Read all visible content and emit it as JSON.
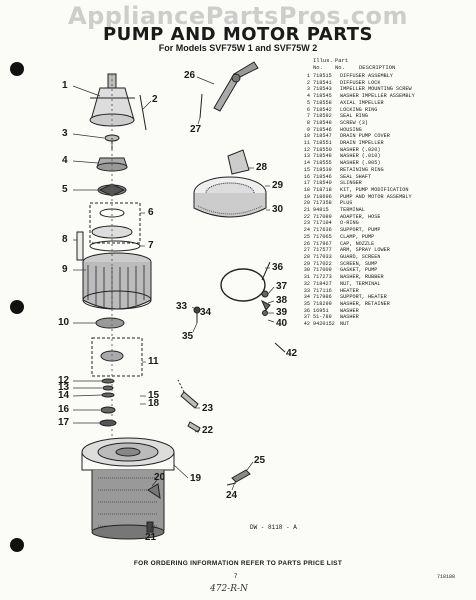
{
  "watermark": "AppliancePartsPros.com",
  "title": "PUMP AND MOTOR PARTS",
  "subtitle": "For Models SVF75W 1 and SVF75W 2",
  "parts_header": {
    "illus": "Illus.",
    "part": "Part",
    "no1": "No.",
    "no2": "No.",
    "description": "DESCRIPTION"
  },
  "parts": [
    {
      "no": "1",
      "part": "718515",
      "desc": "DIFFUSER ASSEMBLY"
    },
    {
      "no": "2",
      "part": "718541",
      "desc": "DIFFUSER LOCK"
    },
    {
      "no": "3",
      "part": "718543",
      "desc": "IMPELLER MOUNTING SCREW"
    },
    {
      "no": "4",
      "part": "718545",
      "desc": "WASHER IMPELLER ASSEMBLY"
    },
    {
      "no": "5",
      "part": "718558",
      "desc": "AXIAL IMPELLER"
    },
    {
      "no": "6",
      "part": "718542",
      "desc": "LOCKING RING"
    },
    {
      "no": "7",
      "part": "718592",
      "desc": "SEAL RING"
    },
    {
      "no": "8",
      "part": "718548",
      "desc": "SCREW (3)"
    },
    {
      "no": "9",
      "part": "718546",
      "desc": "HOUSING"
    },
    {
      "no": "10",
      "part": "718547",
      "desc": "DRAIN PUMP COVER"
    },
    {
      "no": "11",
      "part": "718551",
      "desc": "DRAIN IMPELLER"
    },
    {
      "no": "12",
      "part": "718550",
      "desc": "WASHER (.020)"
    },
    {
      "no": "13",
      "part": "718548",
      "desc": "WASHER (.010)"
    },
    {
      "no": "14",
      "part": "718555",
      "desc": "WASHER (.005)"
    },
    {
      "no": "15",
      "part": "718539",
      "desc": "RETAINING RING"
    },
    {
      "no": "16",
      "part": "718546",
      "desc": "SEAL SHAFT"
    },
    {
      "no": "17",
      "part": "718540",
      "desc": "SLINGER"
    },
    {
      "no": "18",
      "part": "718718",
      "desc": "KIT, PUMP MODIFICATION"
    },
    {
      "no": "19",
      "part": "718696",
      "desc": "PUMP AND MOTOR ASSEMBLY"
    },
    {
      "no": "20",
      "part": "717358",
      "desc": "PLUG"
    },
    {
      "no": "21",
      "part": "94815",
      "desc": "TERMINAL"
    },
    {
      "no": "22",
      "part": "717089",
      "desc": "ADAPTER, HOSE"
    },
    {
      "no": "23",
      "part": "717104",
      "desc": "O-RING"
    },
    {
      "no": "24",
      "part": "717636",
      "desc": "SUPPORT, PUMP"
    },
    {
      "no": "25",
      "part": "717065",
      "desc": "CLAMP, PUMP"
    },
    {
      "no": "26",
      "part": "717967",
      "desc": "CAP, NOZZLE"
    },
    {
      "no": "27",
      "part": "717577",
      "desc": "ARM, SPRAY LOWER"
    },
    {
      "no": "28",
      "part": "717033",
      "desc": "GUARD, SCREEN"
    },
    {
      "no": "29",
      "part": "717022",
      "desc": "SCREEN, SUMP"
    },
    {
      "no": "30",
      "part": "717009",
      "desc": "GASKET, PUMP"
    },
    {
      "no": "31",
      "part": "717273",
      "desc": "WASHER, RUBBER"
    },
    {
      "no": "32",
      "part": "718427",
      "desc": "NUT, TERMINAL"
    },
    {
      "no": "33",
      "part": "717116",
      "desc": "HEATER"
    },
    {
      "no": "34",
      "part": "717986",
      "desc": "SUPPORT, HEATER"
    },
    {
      "no": "35",
      "part": "718299",
      "desc": "WASHER, RETAINER"
    },
    {
      "no": "36",
      "part": "16951",
      "desc": "WASHER"
    },
    {
      "no": "37",
      "part": "51-789",
      "desc": "WASHER"
    },
    {
      "no": "42",
      "part": "9420152",
      "desc": "NUT"
    }
  ],
  "callouts": [
    "1",
    "2",
    "3",
    "4",
    "5",
    "6",
    "7",
    "8",
    "9",
    "10",
    "11",
    "12",
    "13",
    "14",
    "15",
    "16",
    "17",
    "18",
    "19",
    "20",
    "21",
    "22",
    "23",
    "24",
    "25",
    "26",
    "27",
    "28",
    "29",
    "30",
    "36",
    "37",
    "38",
    "39",
    "40",
    "33",
    "34",
    "35",
    "42"
  ],
  "drawing_number": "DW - 8118 - A",
  "footer_note": "FOR ORDERING INFORMATION REFER TO PARTS PRICE LIST",
  "page_number": "7",
  "revision_code": "718188",
  "handwritten_note": "472-R-N"
}
